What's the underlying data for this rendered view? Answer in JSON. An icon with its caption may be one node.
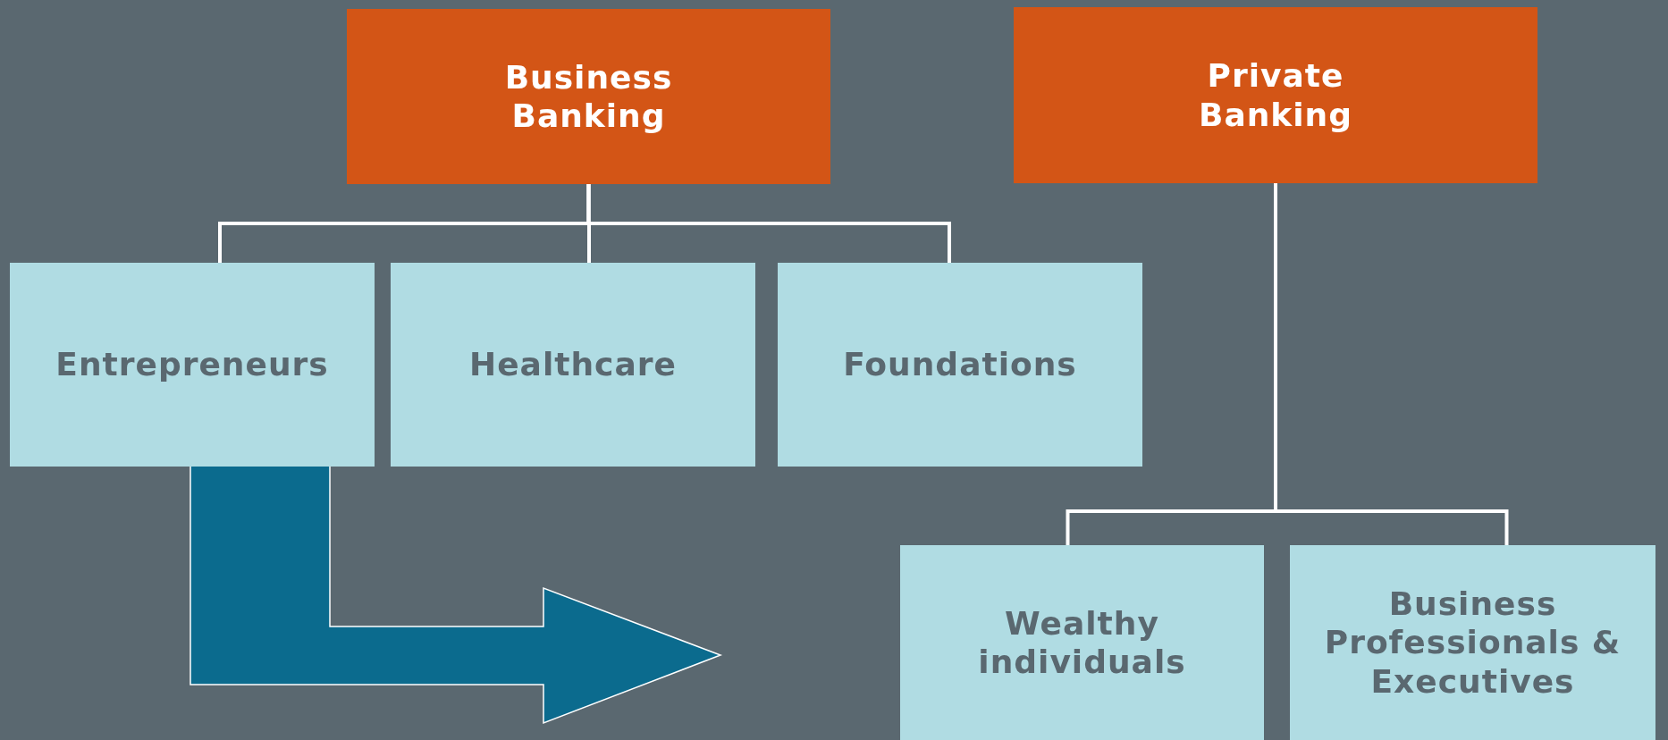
{
  "diagram": {
    "nodes": [
      {
        "text": [
          "Business Banking"
        ]
      },
      {
        "text": [
          "Private Banking"
        ]
      },
      {
        "text": [
          "Entrepreneurs"
        ]
      },
      {
        "text": [
          "Healthcare"
        ]
      },
      {
        "text": [
          "Foundations"
        ]
      },
      {
        "text": [
          "Wealthy individuals"
        ]
      },
      {
        "text": [
          "Business Professionals & Executives"
        ]
      }
    ],
    "edges": [
      {
        "from": 0,
        "to": 2,
        "arrow": "none"
      },
      {
        "from": 0,
        "to": 3,
        "arrow": "none"
      },
      {
        "from": 0,
        "to": 4,
        "arrow": "none"
      },
      {
        "from": 1,
        "to": 5,
        "arrow": "none"
      },
      {
        "from": 1,
        "to": 6,
        "arrow": "none"
      },
      {
        "from": 2,
        "to": null,
        "arrow": "to",
        "style": "thick",
        "color": "#0b6b8e"
      }
    ]
  }
}
